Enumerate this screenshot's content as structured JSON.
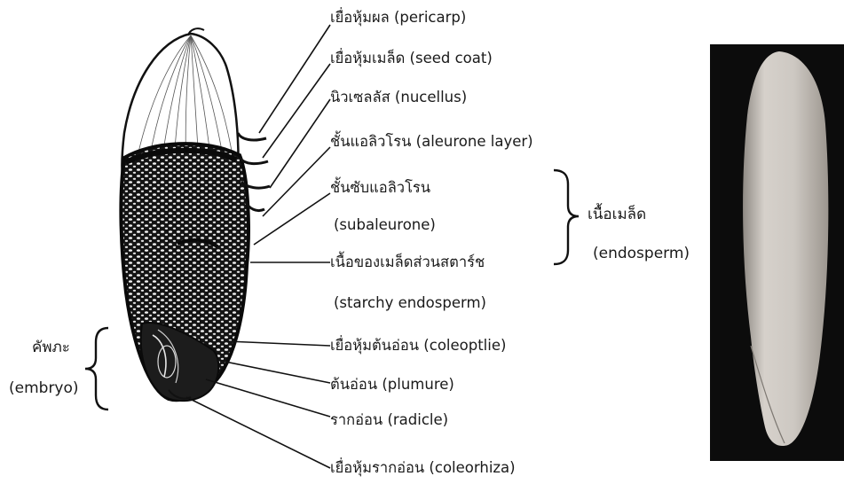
{
  "labels": {
    "pericarp": "เยื่อหุ้มผล (pericarp)",
    "seed_coat": "เยื่อหุ้มเมล็ด (seed coat)",
    "nucellus": "นิวเซลลัส (nucellus)",
    "aleurone": "ชั้นแอลิวโรน (aleurone layer)",
    "subaleurone_th": "ชั้นซับแอลิวโรน",
    "subaleurone_en": "(subaleurone)",
    "starchy_th": "เนื้อของเมล็ดส่วนสตาร์ช",
    "starchy_en": "(starchy endosperm)",
    "coleoptile": "เยื่อหุ้มต้นอ่อน (coleoptlie)",
    "plumule": "ต้นอ่อน (plumure)",
    "radicle": "รากอ่อน (radicle)",
    "coleorhiza": "เยื่อหุ้มรากอ่อน (coleorhiza)"
  },
  "groups": {
    "endosperm_th": "เนื้อเมล็ด",
    "endosperm_en": "(endosperm)",
    "embryo_th": "คัพภะ",
    "embryo_en": "(embryo)"
  },
  "colors": {
    "ink": "#1a1a1a",
    "photo_bg": "#0c0c0c",
    "grain": "#cfcac4"
  }
}
